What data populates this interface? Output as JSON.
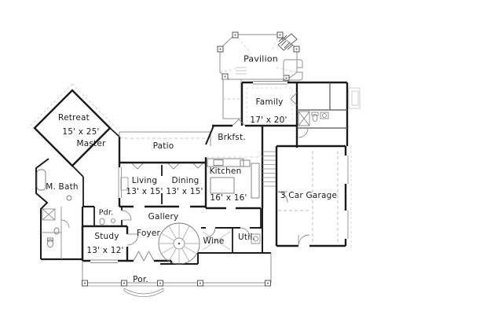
{
  "document": {
    "type": "floor-plan",
    "background": "#ffffff"
  },
  "colors": {
    "wall_ink": "#1b1b1b",
    "detail_ink": "#8f8f8f",
    "light_ink": "#c9c9c9",
    "text_ink": "#1a1a1a"
  },
  "rooms": {
    "pavilion": {
      "label": "Pavilion"
    },
    "family": {
      "label": "Family",
      "dim": "17' x 20'"
    },
    "retreat": {
      "label": "Retreat",
      "dim": "15' x 25'"
    },
    "master": {
      "label": "Master"
    },
    "patio": {
      "label": "Patio"
    },
    "brkfst": {
      "label": "Brkfst."
    },
    "kitchen": {
      "label": "Kitchen",
      "dim": "16' x 16'"
    },
    "living": {
      "label": "Living",
      "dim": "13' x 15'"
    },
    "dining": {
      "label": "Dining",
      "dim": "13' x 15'"
    },
    "master_bath": {
      "label": "M. Bath"
    },
    "powder": {
      "label": "Pdr."
    },
    "gallery": {
      "label": "Gallery"
    },
    "study": {
      "label": "Study",
      "dim": "13' x 12'"
    },
    "foyer": {
      "label": "Foyer"
    },
    "wine": {
      "label": "Wine"
    },
    "utility": {
      "label": "Util."
    },
    "garage": {
      "label": "3 Car Garage"
    },
    "porch": {
      "label": "Por."
    }
  }
}
